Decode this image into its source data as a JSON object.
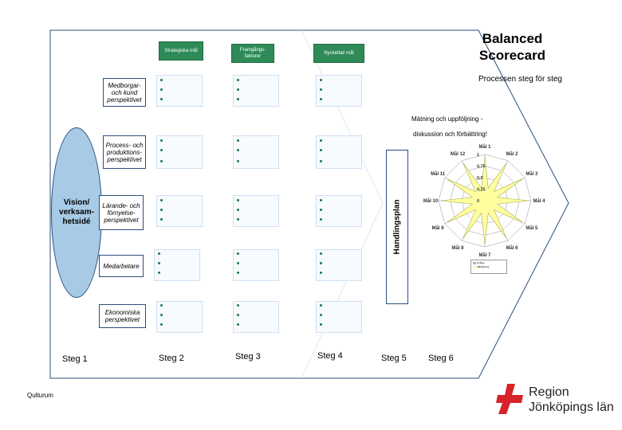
{
  "title": {
    "line1": "Balanced",
    "line2": "Scorecard"
  },
  "subtitle": "Processen steg för steg",
  "headers": [
    "Strategiska mål",
    "Framgångs-faktorer",
    "Nyckeltal/ mål"
  ],
  "perspectives": [
    "Medborgar- och kund perspektivet",
    "Process- och produktions- perspektivet",
    "Lärande- och förnyelse- perspektivet",
    "Medarbetare",
    "Ekonomiska perspektivet"
  ],
  "vision": "Vision/ verksam- hetsidé",
  "matning": {
    "line1": "Mätning och uppföljning -",
    "line2": "diskussion och förbättring!"
  },
  "handlingsplan": "Handlingsplan",
  "steps": [
    "Steg 1",
    "Steg 2",
    "Steg 3",
    "Steg 4",
    "Steg 5",
    "Steg 6"
  ],
  "footer_left": "Qulturum",
  "logo": {
    "line1": "Region",
    "line2": "Jönköpings län"
  },
  "radar": {
    "labels": [
      "Mål 1",
      "Mål 2",
      "Mål 3",
      "Mål 4",
      "Mål 5",
      "Mål 6",
      "Mål 7",
      "Mål 8",
      "Mål 9",
      "Mål 10",
      "Mål 11",
      "Mål 12"
    ],
    "ring_labels": [
      "1",
      "0,75",
      "0,5",
      "0,25",
      "0"
    ],
    "legend": [
      "Nuläge",
      "Målsättning"
    ],
    "colors": {
      "fill": "#ffffa0",
      "stroke": "#aaaa55",
      "grid": "#777777"
    }
  }
}
